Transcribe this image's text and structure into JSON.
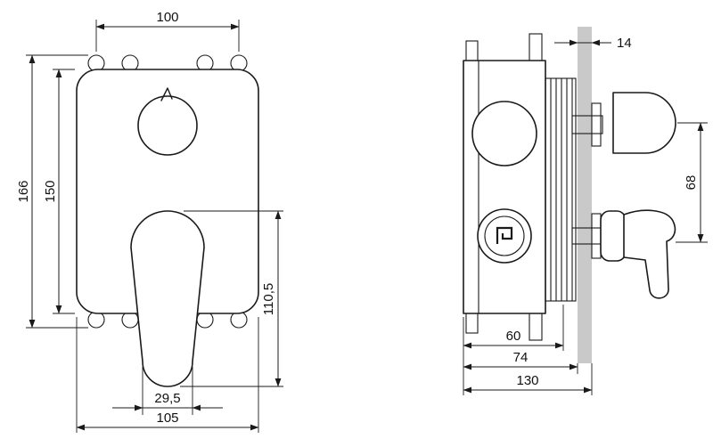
{
  "drawing": {
    "type": "technical-drawing",
    "subject": "concealed shower mixer valve, front and side views"
  },
  "colors": {
    "line": "#1a1a1a",
    "wall_section": "#c9c9c9",
    "background": "#ffffff"
  },
  "dims": {
    "front": {
      "top_width": "100",
      "overall_height": "166",
      "plate_height": "150",
      "handle_length": "110,5",
      "handle_tip_width": "29,5",
      "plate_width": "105"
    },
    "side": {
      "wall_thickness": "14",
      "knob_handle_distance": "68",
      "body_depth": "60",
      "depth_to_wall": "74",
      "overall_depth": "130"
    }
  }
}
